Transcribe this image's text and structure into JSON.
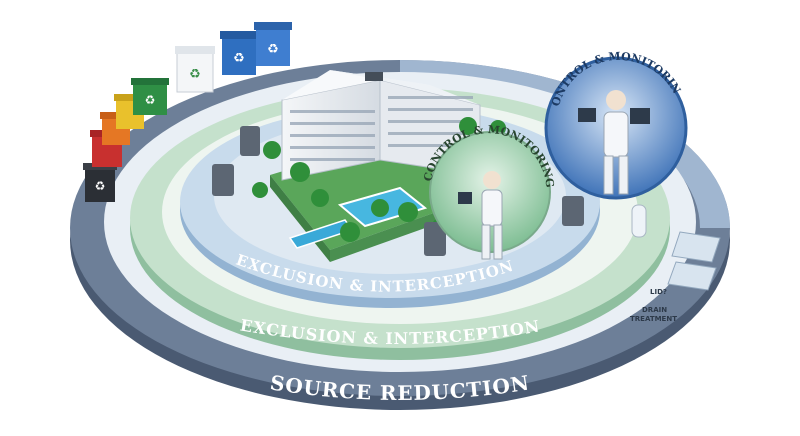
{
  "labels": {
    "source_reduction": "SOURCE REDUCTION",
    "exclusion_outer": "EXCLUSION & INTERCEPTION",
    "exclusion_inner": "EXCLUSION & INTERCEPTION",
    "control_badge_right": "CONTROL & MONITORING",
    "control_badge_center": "CONTROL & MONITORING",
    "drain_line1": "DRAIN",
    "drain_line2": "TREATMENT",
    "lid_label": "LID?"
  },
  "colors": {
    "ring_outer": "#5f7089",
    "ring_outer_side": "#4a5a72",
    "ring_green": "#bfdcc6",
    "ring_green_side": "#8fbf9f",
    "ring_blue": "#c6d8ea",
    "ring_blue_side": "#93b3d2",
    "plaza": "#dfe9f2",
    "badge_blue": "#3f73b8",
    "badge_green": "#8cc7a0"
  },
  "bins": [
    "black",
    "red",
    "orange",
    "yellow",
    "green",
    "white",
    "blue",
    "blue"
  ],
  "icons": [
    "recycle-icon",
    "hotel-building-icon",
    "pool-icon",
    "palm-tree-icon",
    "technician-icon",
    "trap-icon",
    "drain-icon"
  ]
}
